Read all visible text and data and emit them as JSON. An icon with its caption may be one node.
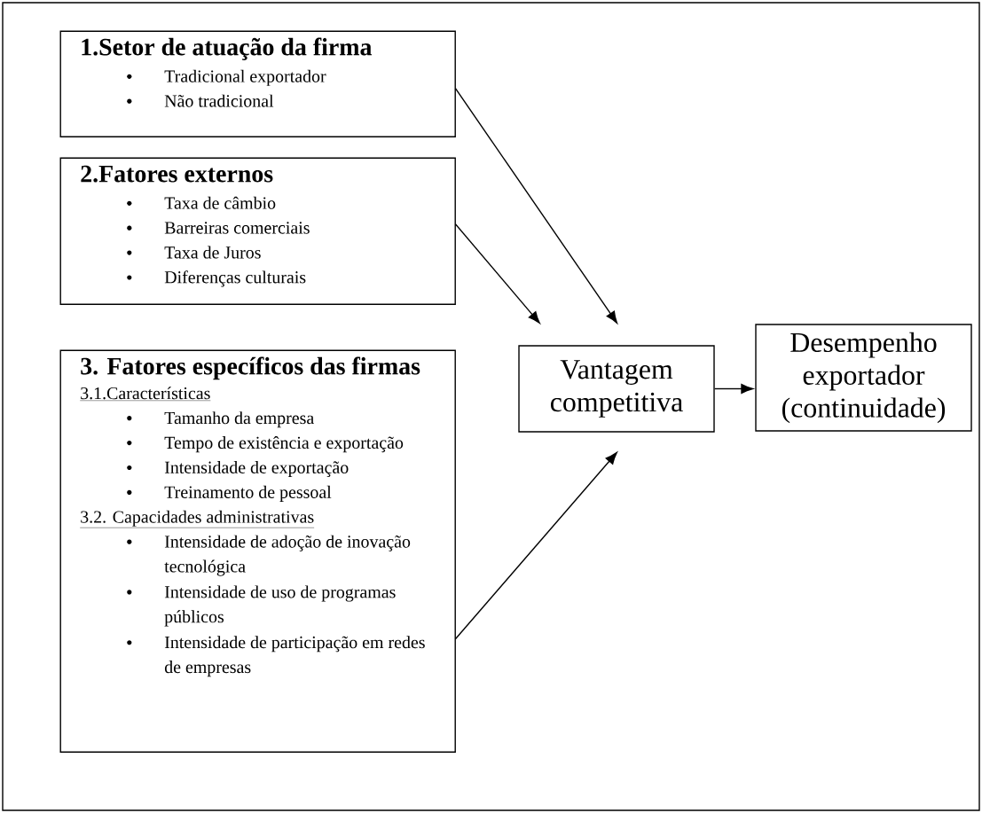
{
  "diagram": {
    "nodes": [
      {
        "text": [
          "1.Setor de atuação da firma",
          "Tradicional exportador",
          "Não tradicional"
        ]
      },
      {
        "text": [
          "2.Fatores externos",
          "Taxa de câmbio",
          "Barreiras comerciais",
          "Taxa de Juros",
          "Diferenças culturais"
        ]
      },
      {
        "text": [
          "3. Fatores específicos das firmas",
          "3.1.Características",
          "Tamanho da empresa",
          "Tempo de existência e exportação",
          "Intensidade de exportação",
          "Treinamento de pessoal",
          "3.2. Capacidades administrativas",
          "Intensidade de adoção de inovação tecnológica",
          "Intensidade de uso de programas públicos",
          "Intensidade de participação em redes de empresas"
        ]
      },
      {
        "text": [
          "Vantagem competitiva"
        ]
      },
      {
        "text": [
          "Desempenho exportador (continuidade)"
        ]
      }
    ],
    "edges": [
      {
        "from": 0,
        "to": 3,
        "arrow": "to"
      },
      {
        "from": 1,
        "to": 3,
        "arrow": "to"
      },
      {
        "from": 2,
        "to": 3,
        "arrow": "to"
      },
      {
        "from": 3,
        "to": 4,
        "arrow": "to"
      }
    ]
  }
}
